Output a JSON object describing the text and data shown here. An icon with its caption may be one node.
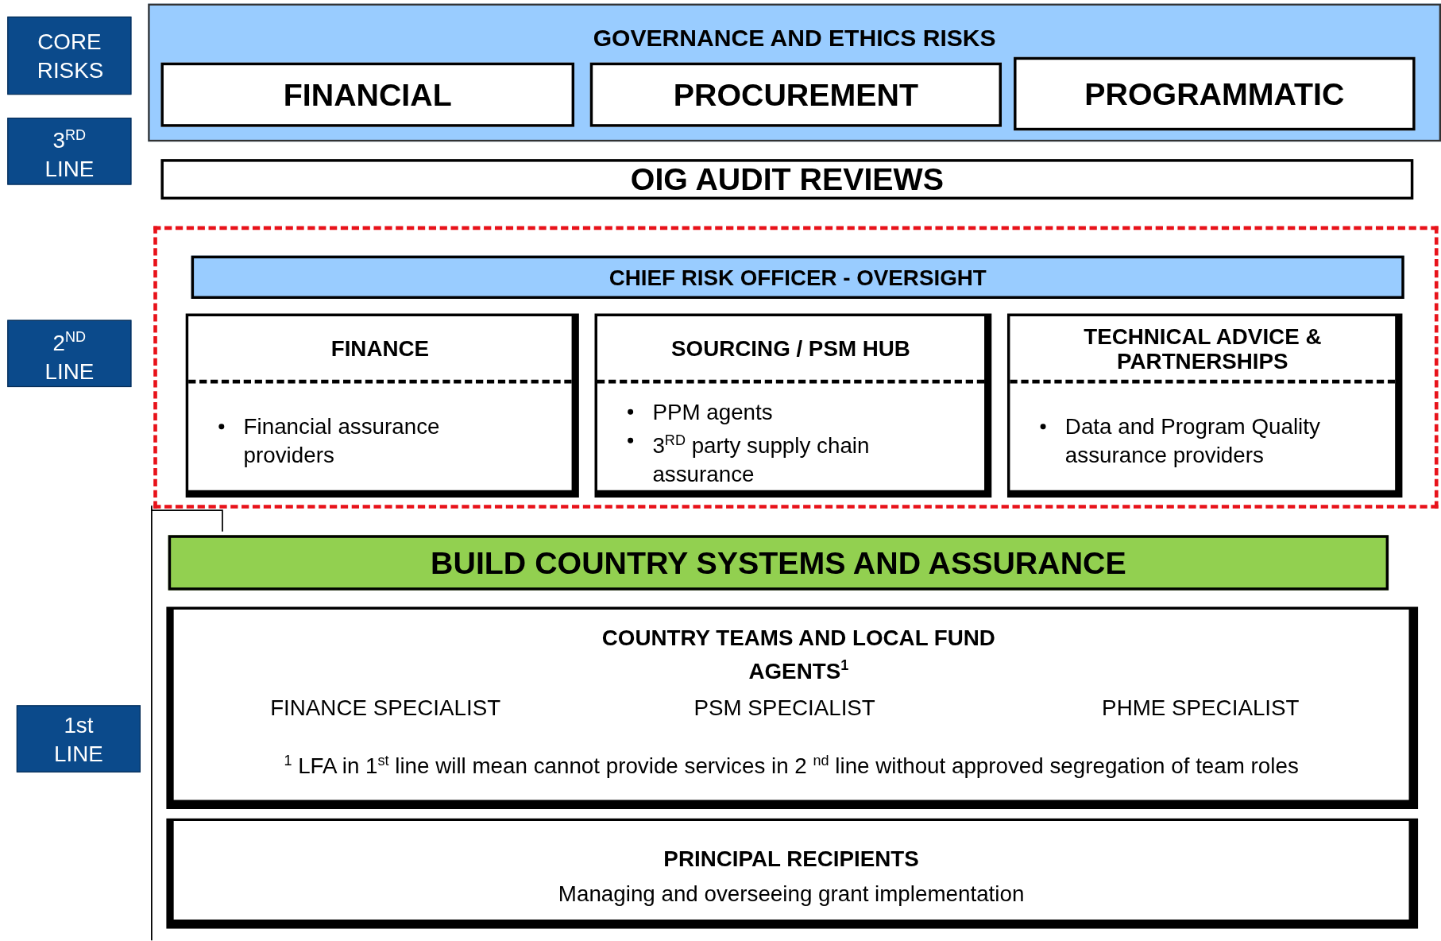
{
  "diagram": {
    "nodes": [
      {
        "text": [
          "CORE RISKS"
        ]
      },
      {
        "text": [
          "3$^{RD}$ LINE"
        ]
      },
      {
        "text": [
          "2$^{ND}$ LINE"
        ]
      },
      {
        "text": [
          "1st LINE"
        ]
      },
      {
        "text": [
          "GOVERNANCE AND ETHICS RISKS"
        ]
      },
      {
        "text": [
          "FINANCIAL"
        ],
        "in": 4
      },
      {
        "text": [
          "PROCUREMENT"
        ],
        "in": 4
      },
      {
        "text": [
          "PROGRAMMATIC"
        ],
        "in": 4
      },
      {
        "text": [
          "OIG AUDIT REVIEWS"
        ]
      },
      {
        "text": [],
        "shape": "box"
      },
      {
        "text": [
          "CHIEF RISK OFFICER - OVERSIGHT"
        ],
        "in": 9
      },
      {
        "text": [
          "FINANCE",
          "Financial assurance providers"
        ],
        "in": 9
      },
      {
        "text": [
          "SOURCING / PSM HUB",
          "PPM agents",
          "3$^{RD}$ party supply chain assurance"
        ],
        "in": 9
      },
      {
        "text": [
          "TECHNICAL ADVICE & PARTNERSHIPS",
          "Data and Program Quality assurance providers"
        ],
        "in": 9
      },
      {
        "text": [
          "BUILD COUNTRY SYSTEMS AND ASSURANCE"
        ]
      },
      {
        "text": [
          "COUNTRY TEAMS AND LOCAL FUND AGENTS$^{1}$",
          "FINANCE SPECIALIST",
          "PSM SPECIALIST",
          "PHME SPECIALIST",
          "$^{1}$ LFA in 1$^{st}$ line will mean cannot provide services in 2 $^{nd}$ line without approved segregation of team roles"
        ]
      },
      {
        "text": [
          "PRINCIPAL RECIPIENTS",
          "Managing and overseeing grant implementation"
        ]
      }
    ],
    "edges": []
  }
}
